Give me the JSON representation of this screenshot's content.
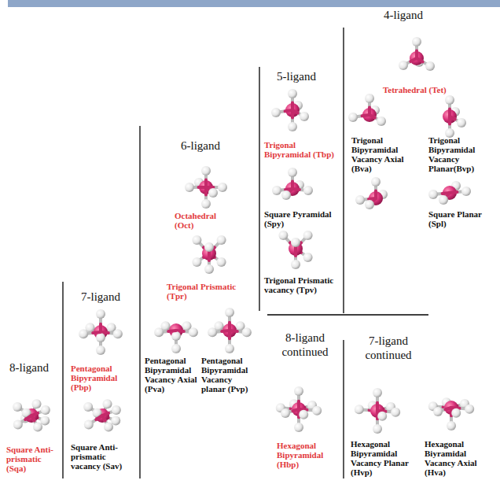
{
  "diagram": {
    "labels": [
      "4-ligand",
      "Tetrahedral (Tet)",
      "Trigonal Bipyramidal Vacancy Axial (Bva)",
      "Trigonal Bipyramidal Vacancy Planar(Bvp)",
      "Square Planar (Spl)",
      "5-ligand",
      "Trigonal Bipyramidal (Tbp)",
      "Square Pyramidal (Spy)",
      "Trigonal Prismatic vacancy (Tpv)",
      "6-ligand",
      "Octahedral (Oct)",
      "Trigonal Prismatic (Tpr)",
      "7-ligand",
      "Pentagonal Bipyramidal (Pbp)",
      "8-ligand",
      "Square Anti-prismatic (Sqa)",
      "Square Anti-prismatic vacancy (Sav)",
      "Pentagonal Bipyramidal Vacancy Axial (Pva)",
      "Pentagonal Bipyramidal Vacancy planar (Pvp)",
      "8-ligand continued",
      "7-ligand continued",
      "Hexagonal Bipyramidal (Hbp)",
      "Hexagonal Bipyramidal Vacancy Planar (Hvp)",
      "Hexagonal Biyramidal Vacancy Axial (Hva)"
    ]
  }
}
